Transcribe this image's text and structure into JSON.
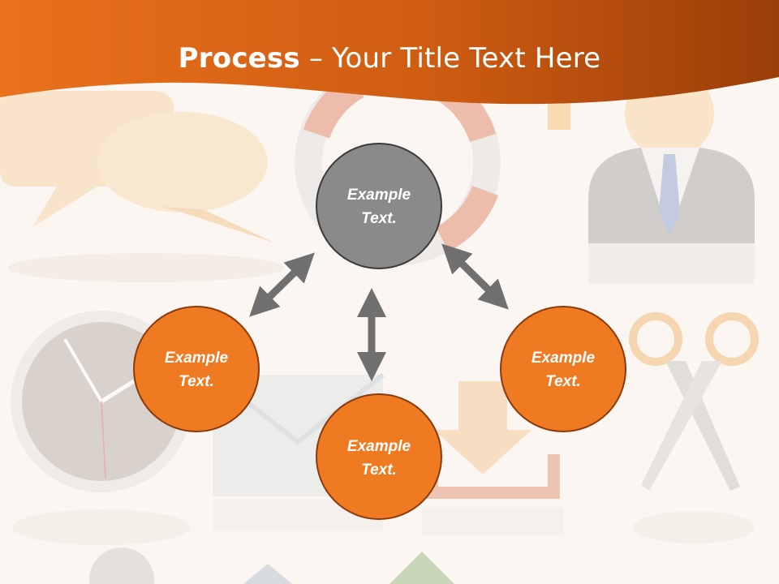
{
  "slide": {
    "title_bold": "Process",
    "title_dash": " – ",
    "title_rest": "Your Title Text Here"
  },
  "colors": {
    "header_orange": "#e8701e",
    "header_dark": "#9a3e08",
    "node_orange": "#ef7a22",
    "node_orange_border": "#8a3a0c",
    "node_gray": "#8a8a8a",
    "node_gray_border": "#3a3a3a",
    "arrow_gray": "#707070",
    "background": "#fbf6f1"
  },
  "nodes": {
    "top": {
      "line1": "Example",
      "line2": "Text."
    },
    "left": {
      "line1": "Example",
      "line2": "Text."
    },
    "right": {
      "line1": "Example",
      "line2": "Text."
    },
    "bottom": {
      "line1": "Example",
      "line2": "Text."
    }
  },
  "background_icons": [
    "speech-bubbles-icon",
    "life-ring-icon",
    "businessman-icon",
    "clock-icon",
    "envelope-icon",
    "download-tray-icon",
    "scissors-icon",
    "plus-icon"
  ]
}
